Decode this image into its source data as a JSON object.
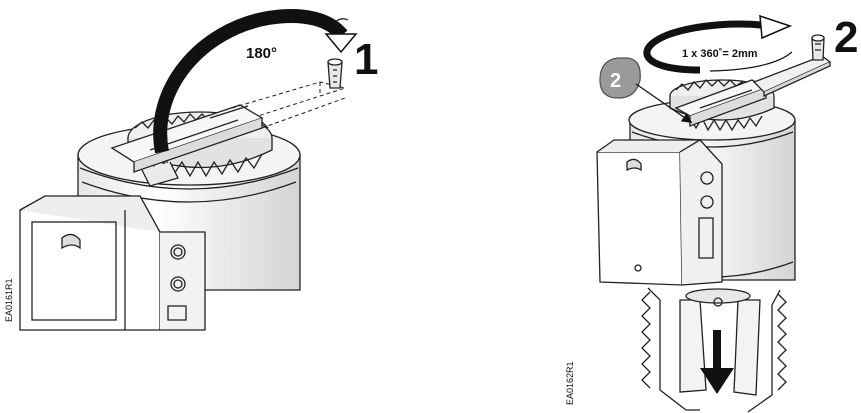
{
  "left_figure": {
    "step_number": "1",
    "rotation_label": "180°",
    "drawing_code": "EA0161R1"
  },
  "right_figure": {
    "step_number": "2",
    "badge_number": "2",
    "crank_ratio_label": "1 x 360˚= 2mm",
    "drawing_code": "EA0162R1"
  },
  "colors": {
    "line": "#222222",
    "arrow_fill": "#111111",
    "badge_fill": "#9a9a9a",
    "metal_light": "#f2f2f2",
    "metal_shade": "#d9d9d9"
  }
}
